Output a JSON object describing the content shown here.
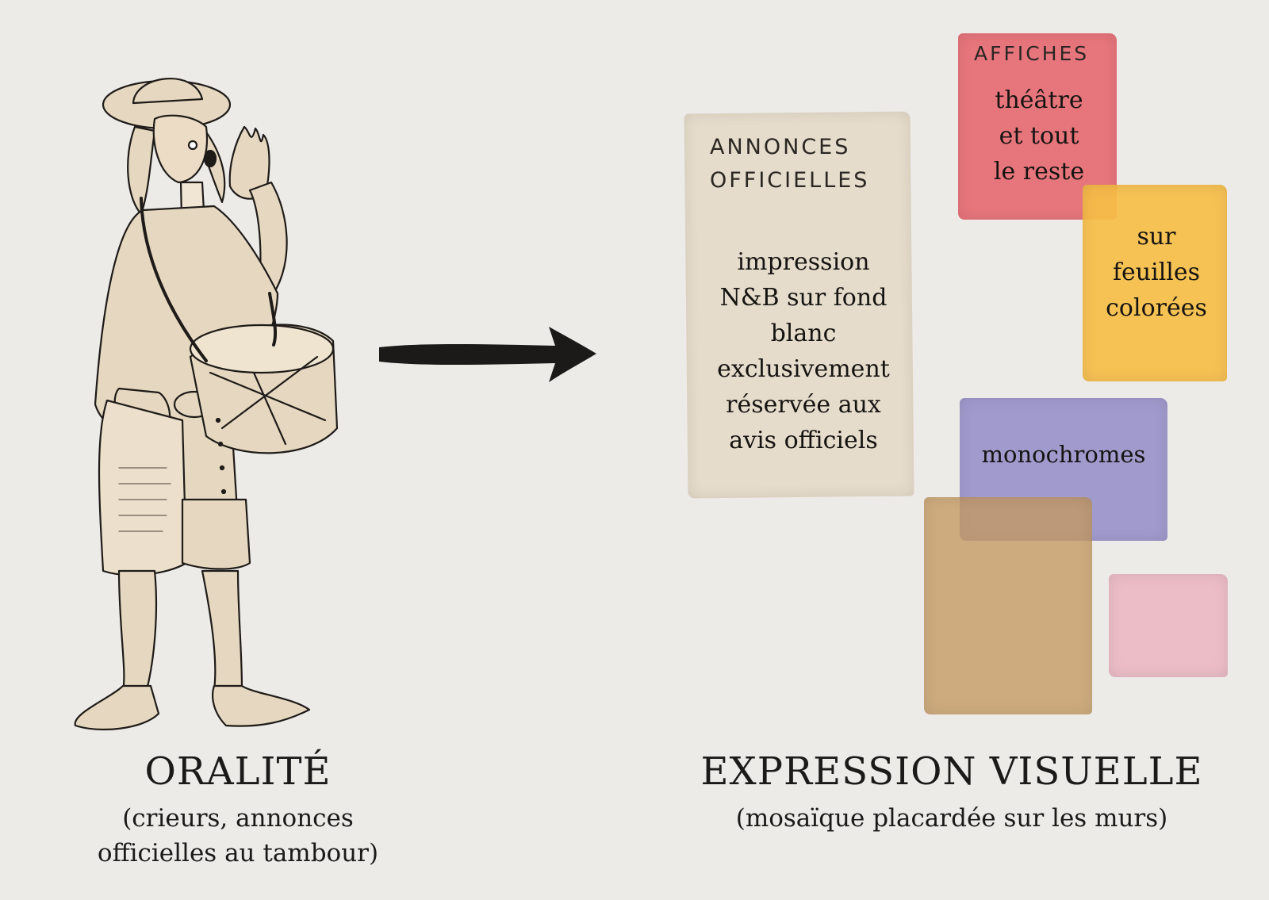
{
  "left": {
    "title": "ORALITÉ",
    "subtitle_line1": "(crieurs, annonces",
    "subtitle_line2": "officielles au tambour)"
  },
  "right": {
    "title": "EXPRESSION VISUELLE",
    "subtitle": "(mosaïque placardée sur les murs)"
  },
  "panel_officiel": {
    "title_line1": "ANNONCES",
    "title_line2": "OFFICIELLES",
    "body": [
      "impression",
      "N&B sur fond",
      "blanc",
      "exclusivement",
      "réservée aux",
      "avis officiels"
    ]
  },
  "affiches": {
    "label": "AFFICHES",
    "text": [
      "théâtre",
      "et tout",
      "le reste"
    ]
  },
  "colorees": {
    "text": [
      "sur",
      "feuilles",
      "colorées"
    ]
  },
  "monochromes": {
    "text": "monochromes"
  },
  "colors": {
    "background": "#ecebe8",
    "panel_officiel": "#e6dccb",
    "red": "#e6646c",
    "yellow": "#f6be46",
    "purple": "#968ec8",
    "tan": "#c49860",
    "pink": "#ecb2be"
  },
  "icons": [
    "town-crier-figure",
    "right-arrow"
  ]
}
